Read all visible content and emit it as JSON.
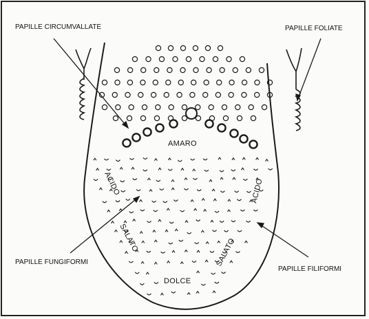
{
  "labels": {
    "circumvallate": "PAPILLE CIRCUMVALLATE",
    "foliate": "PAPILLE FOLIATE",
    "fungiform": "PAPILLE FUNGIFORMI",
    "filiform": "PAPILLE FILIFORMI"
  },
  "zones": {
    "bitter": "AMARO",
    "sour_left": "ACIDO",
    "sour_right": "ACIDO",
    "salty_left": "SALATO",
    "salty_right": "SALATO",
    "sweet": "DOLCE"
  },
  "colors": {
    "ink": "#1a1a1a",
    "paper": "#fbfbf9"
  }
}
